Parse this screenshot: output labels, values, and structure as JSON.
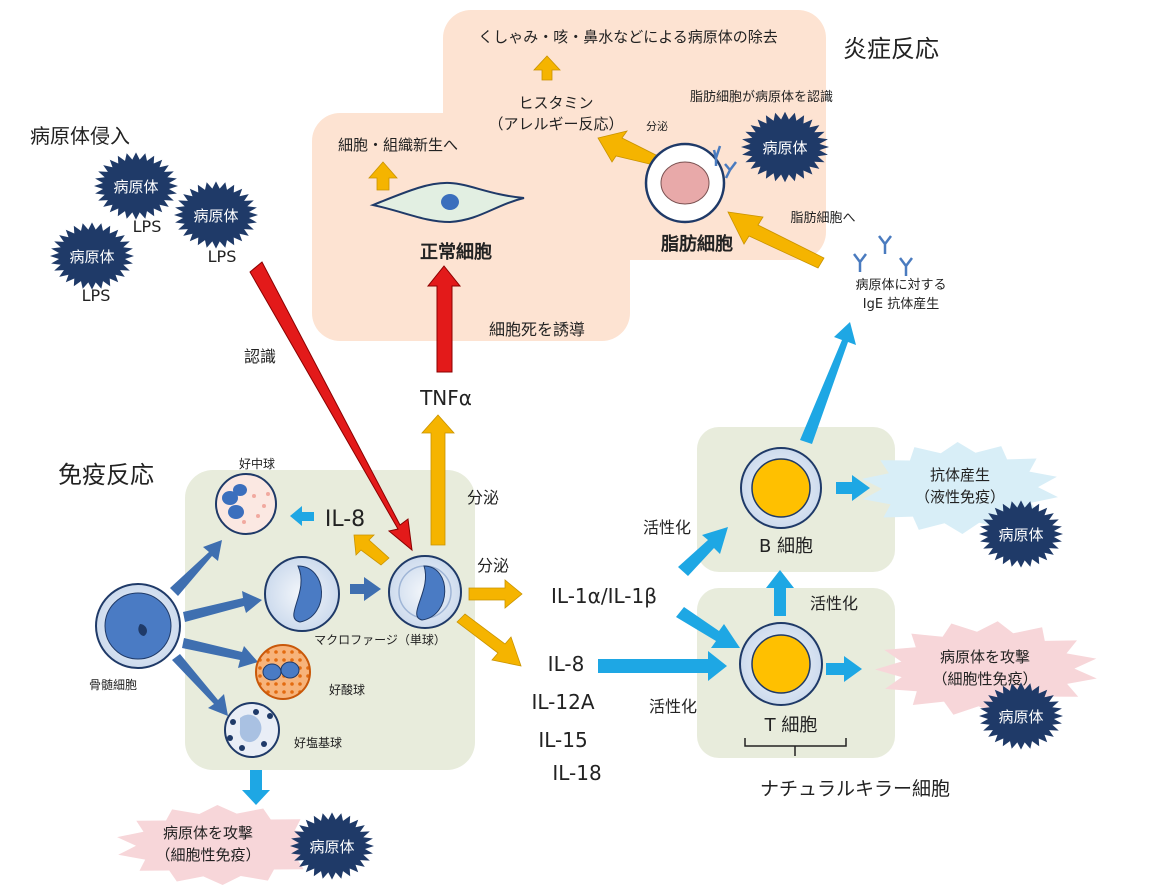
{
  "sections": {
    "inflammation_title": "炎症反応",
    "immune_title": "免疫反応",
    "invasion_title": "病原体侵入"
  },
  "pathogen": {
    "label": "病原体",
    "lps": "LPS"
  },
  "inflammation": {
    "removal": "くしゃみ・咳・鼻水などによる病原体の除去",
    "histamine_1": "ヒスタミン",
    "histamine_2": "（アレルギー反応）",
    "secretion": "分泌",
    "mast_recognize": "脂肪細胞が病原体を認識",
    "regeneration": "細胞・組織新生へ",
    "normal_cell": "正常細胞",
    "mast_cell": "脂肪細胞",
    "to_mast_cell": "脂肪細胞へ",
    "ige_1": "病原体に対する",
    "ige_2": "IgE 抗体産生",
    "cell_death": "細胞死を誘導"
  },
  "signals": {
    "recognition": "認識",
    "tnf": "TNFα",
    "secretion_up": "分泌",
    "secretion_right": "分泌",
    "il8_neutrophil": "IL-8",
    "il1": "IL-1α/IL-1β",
    "il_list": [
      "IL-8",
      "IL-12A",
      "IL-15",
      "IL-18"
    ]
  },
  "immune": {
    "neutrophil": "好中球",
    "macrophage": "マクロファージ（単球）",
    "bone_marrow": "骨髄細胞",
    "eosinophil": "好酸球",
    "basophil": "好塩基球",
    "attack_1": "病原体を攻撃",
    "attack_2": "（細胞性免疫）"
  },
  "lymphocytes": {
    "activation_b": "活性化",
    "activation_t_to_b": "活性化",
    "activation_il": "活性化",
    "b_cell": "B 細胞",
    "t_cell": "T 細胞",
    "antibody_1": "抗体産生",
    "antibody_2": "（液性免疫）",
    "attack_1": "病原体を攻撃",
    "attack_2": "（細胞性免疫）",
    "nk_cell": "ナチュラルキラー細胞"
  },
  "colors": {
    "peach_region": "#fde3d2",
    "green_region": "#e8ecdc",
    "orange_arrow": "#f5b400",
    "blue_arrow": "#1ea7e4",
    "red_arrow": "#e31a1a",
    "dark_blue_arrow": "#3f6fb0",
    "pathogen": "#1f3a68",
    "cell_yellow": "#ffc000"
  }
}
